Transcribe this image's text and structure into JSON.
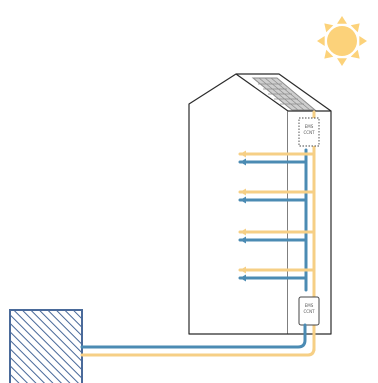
{
  "colors": {
    "sun": "#fcd27a",
    "warm_line": "#f6cf85",
    "cool_line": "#4b8bb3",
    "outline": "#2b2b2b",
    "hatch": "#4a6a9a",
    "panel": "#9a9a9a"
  },
  "icons": [
    "sun-icon",
    "solar-panel-icon",
    "ground-storage-icon"
  ],
  "units": {
    "top": {
      "line1": "EMS",
      "line2": "CCNT"
    },
    "bottom": {
      "line1": "EMS",
      "line2": "CCNT"
    }
  }
}
